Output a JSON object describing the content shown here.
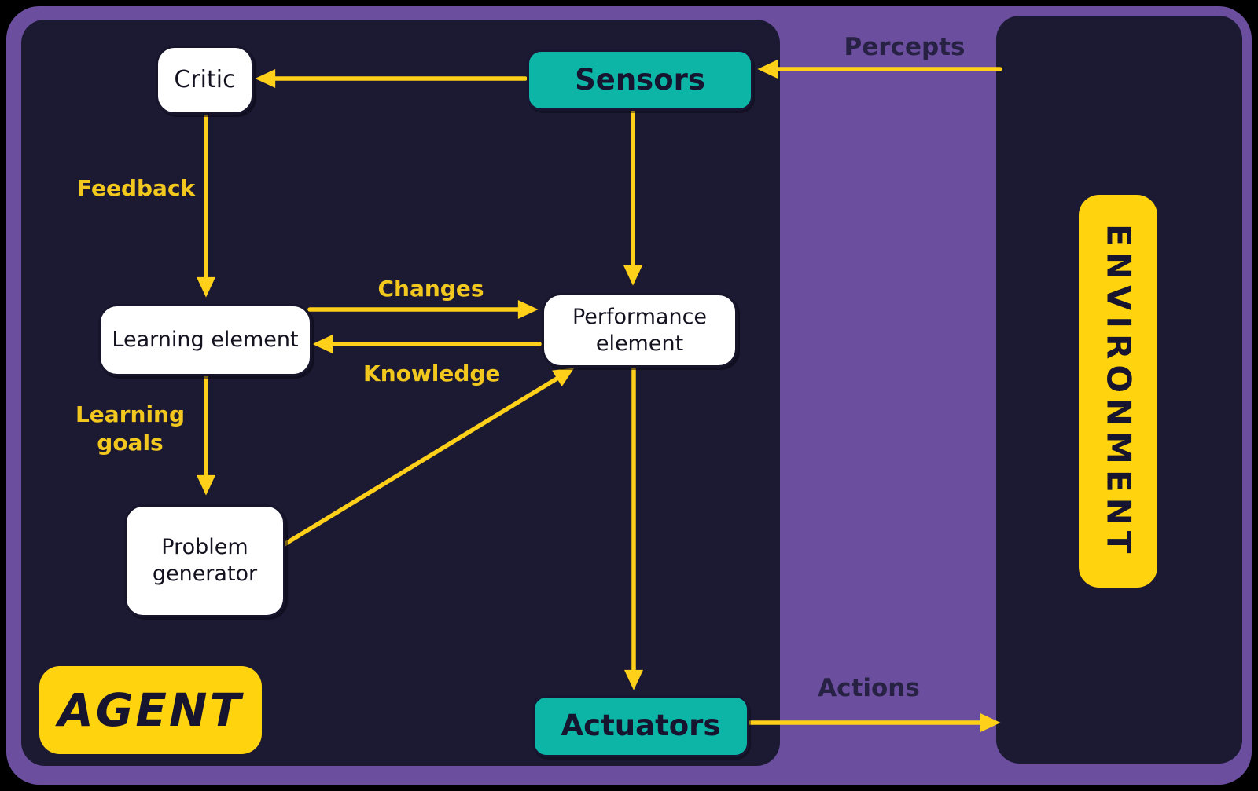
{
  "diagram": {
    "title_region_labels": {
      "agent": "AGENT",
      "environment": "ENVIRONMENT"
    },
    "nodes": {
      "critic": {
        "label": "Critic"
      },
      "sensors": {
        "label": "Sensors"
      },
      "learning_element": {
        "label": "Learning element"
      },
      "performance_element": {
        "line1": "Performance",
        "line2": "element"
      },
      "problem_generator": {
        "line1": "Problem",
        "line2": "generator"
      },
      "actuators": {
        "label": "Actuators"
      }
    },
    "edge_labels": {
      "feedback": "Feedback",
      "changes": "Changes",
      "knowledge": "Knowledge",
      "learning_goals_line1": "Learning",
      "learning_goals_line2": "goals",
      "percepts": "Percepts",
      "actions": "Actions"
    },
    "edges": [
      {
        "from": "sensors",
        "to": "critic"
      },
      {
        "from": "critic",
        "to": "learning_element",
        "label": "Feedback"
      },
      {
        "from": "sensors",
        "to": "performance_element"
      },
      {
        "from": "learning_element",
        "to": "performance_element",
        "label": "Changes"
      },
      {
        "from": "performance_element",
        "to": "learning_element",
        "label": "Knowledge"
      },
      {
        "from": "learning_element",
        "to": "problem_generator",
        "label": "Learning goals"
      },
      {
        "from": "problem_generator",
        "to": "performance_element"
      },
      {
        "from": "performance_element",
        "to": "actuators"
      },
      {
        "from": "environment",
        "to": "sensors",
        "label": "Percepts"
      },
      {
        "from": "actuators",
        "to": "environment",
        "label": "Actions"
      }
    ],
    "colors": {
      "outer_background": "#000000",
      "frame_purple": "#6b4f9e",
      "region_navy": "#1c1a33",
      "node_teal": "#0db5a6",
      "badge_yellow": "#ffd30e",
      "arrow_yellow": "#ffd019",
      "edge_label_yellow": "#f2c71e",
      "dark_label_navy": "#272144",
      "node_white": "#ffffff"
    }
  }
}
